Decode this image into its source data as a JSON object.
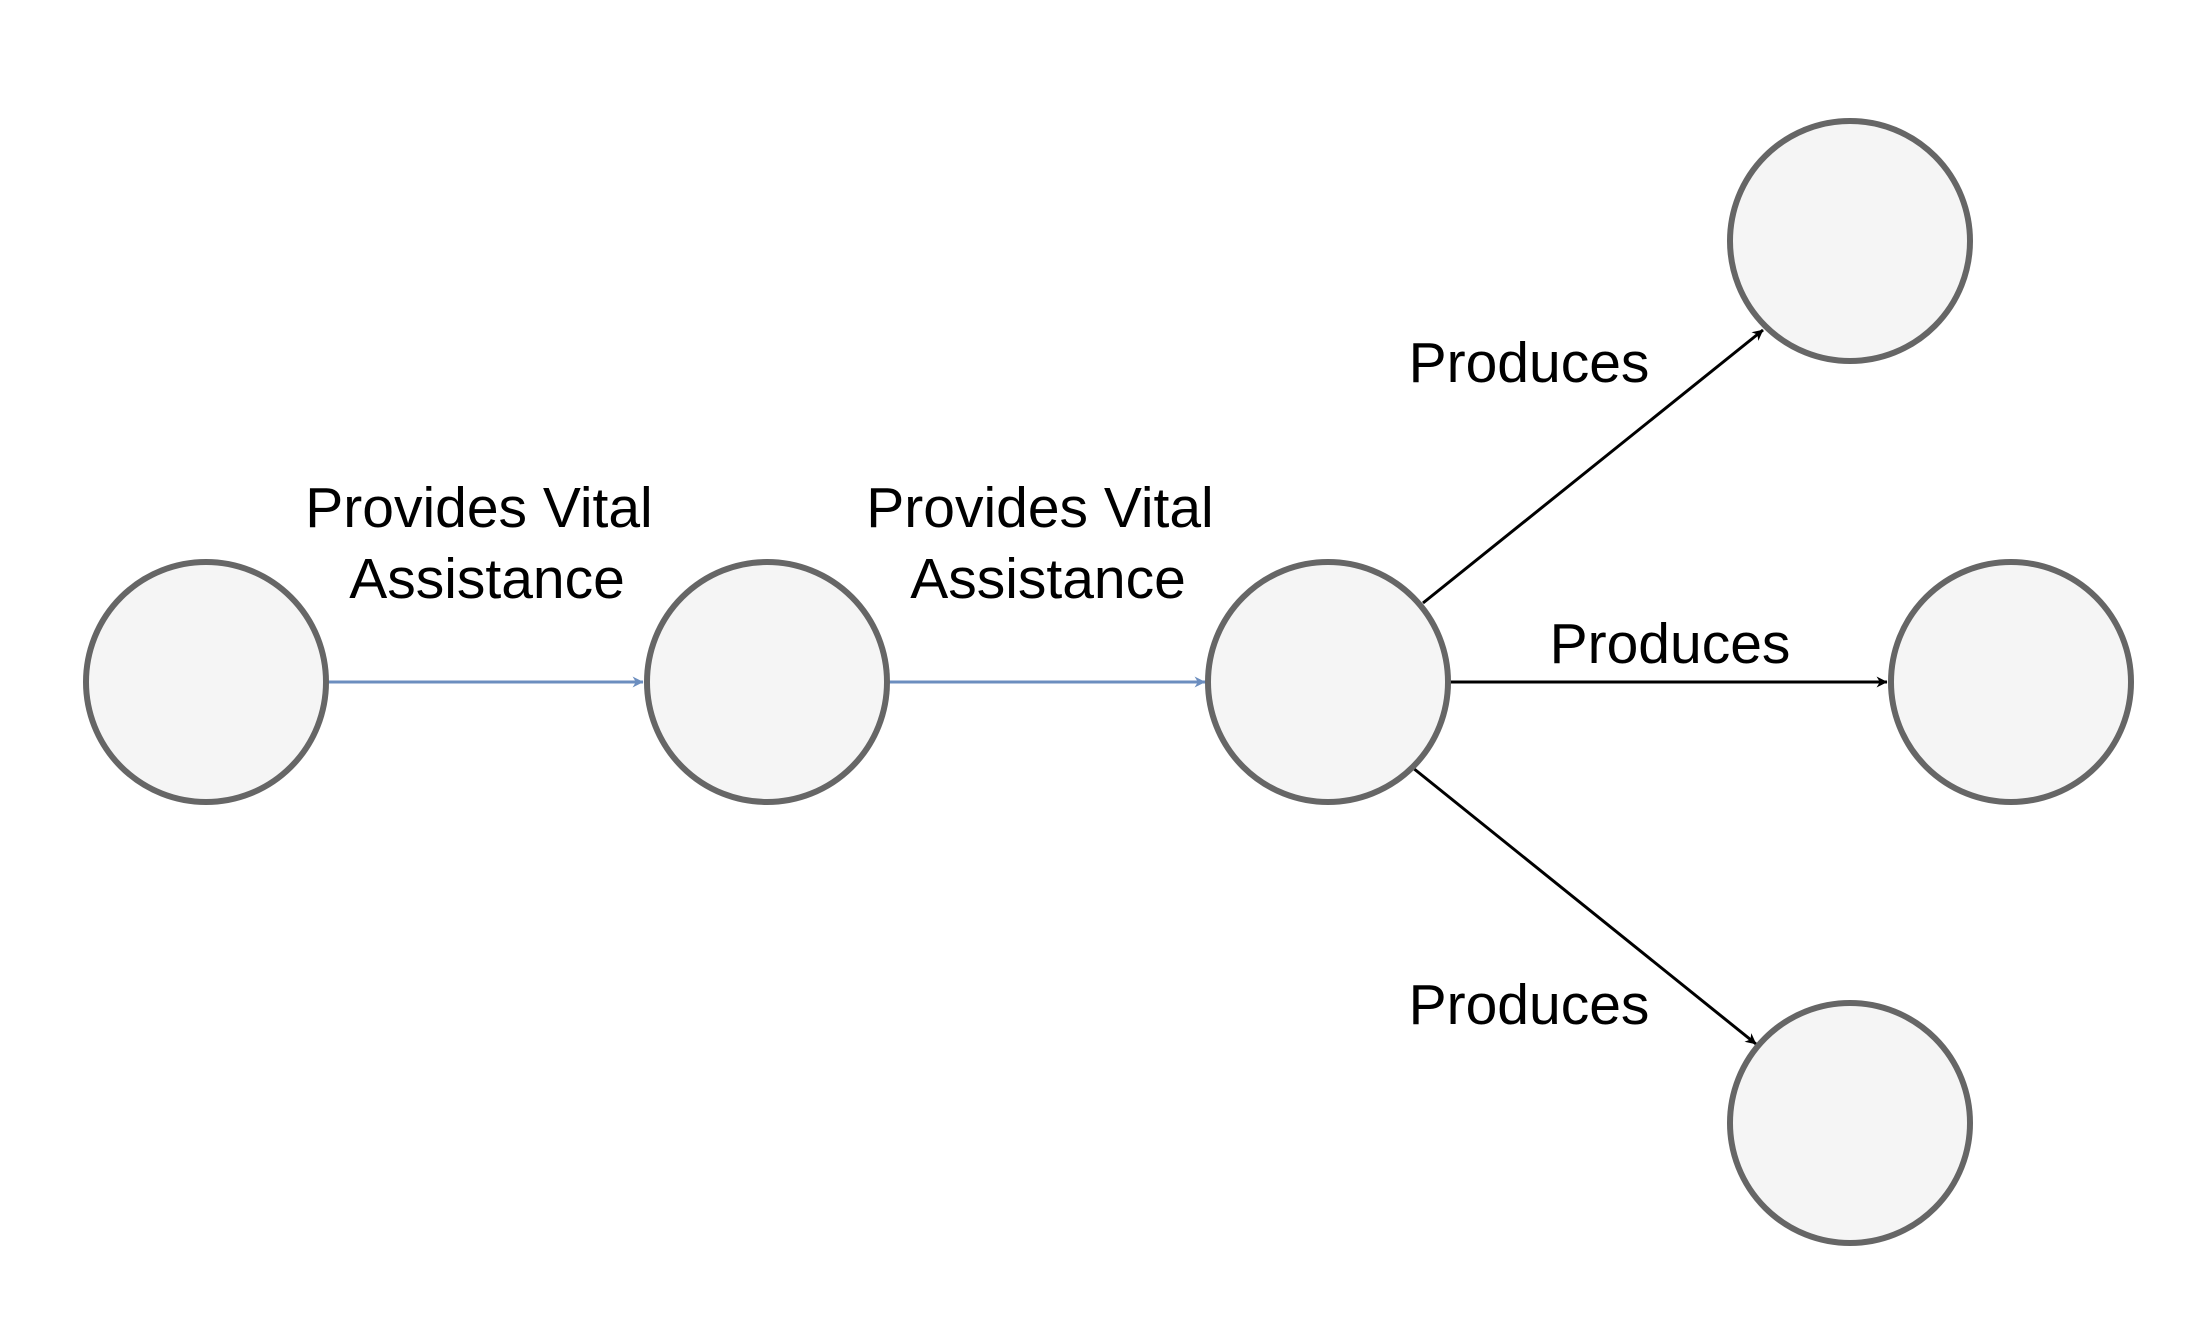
{
  "diagram": {
    "edge_labels": {
      "assist_1_line1": "Provides Vital",
      "assist_1_line2": "Assistance",
      "assist_2_line1": "Provides Vital",
      "assist_2_line2": "Assistance",
      "produces_top": "Produces",
      "produces_middle": "Produces",
      "produces_bottom": "Produces"
    },
    "colors": {
      "node_fill": "#f5f5f5",
      "node_stroke": "#666666",
      "assist_edge": "#6c8ebf",
      "produces_edge": "#000000"
    }
  }
}
